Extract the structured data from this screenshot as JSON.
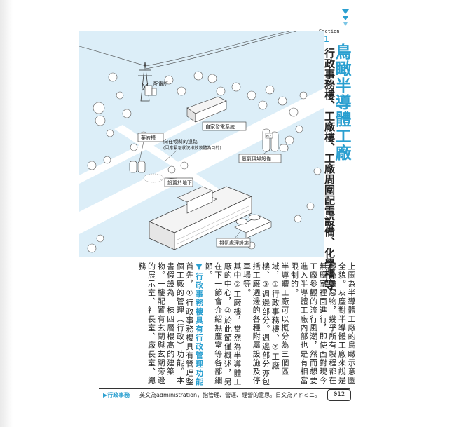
{
  "section": {
    "label": "Section",
    "number": "01"
  },
  "title": "鳥瞰半導體工廠",
  "subtitle": "行政事務樓、工廠樓、工廠周圍配電設備、化學槽等",
  "illustration": {
    "labels": {
      "substation": "配電所",
      "power_system": "自家發電系統",
      "chemical_tank": "藥液槽",
      "slope_road": "向在傾斜的道路",
      "slope_road_note": "(因應緊急狀況排放液體為目的)",
      "nitrogen": "氮氣現場設備",
      "underground": "設置於地下",
      "exhaust": "排氣處理設施",
      "n2_tag": "N2"
    }
  },
  "body": {
    "p1": "上圖為半導體工廠的鳥瞰示意圖全貌。灰塵對半導體工廠來說是極為嫌惡物，幾乎所有製程都在無塵室裡面進行，即使面對現今工廠參觀的流行風潮，然而想要進入半導體工廠內部也是有相當限制的。",
    "p2": "半導體工廠可以概分為三個區域，①行政事務樓、②工廠樓、③週邊部分。週邊部分亦包括工廠週邊的各種附屬設施及停車場等。",
    "p3": "其中②工廠樓，當然為半導體工廠的中心，②於此節僅概述，另在下一節會介紹無塵室等各部細節。",
    "heading": "▼行政事務樓具有行政管理功能",
    "p4": "首先，①行政事務樓具有管理整個工廠的管理（行政）功能。本書假設為一棟四層樓高的建築物。一樓配置有玄關與玄關旁邊的展示室、社長室、廠長室、總務"
  },
  "footer": {
    "term": "▶行政事務",
    "description": "英文為administration，指管理、營運、經營的意思。日文為アドミニ。",
    "page_number": "012"
  },
  "colors": {
    "accent": "#2a9fd0",
    "land": "#dceef8",
    "road": "#ffffff",
    "building": "#f4f4f4"
  }
}
